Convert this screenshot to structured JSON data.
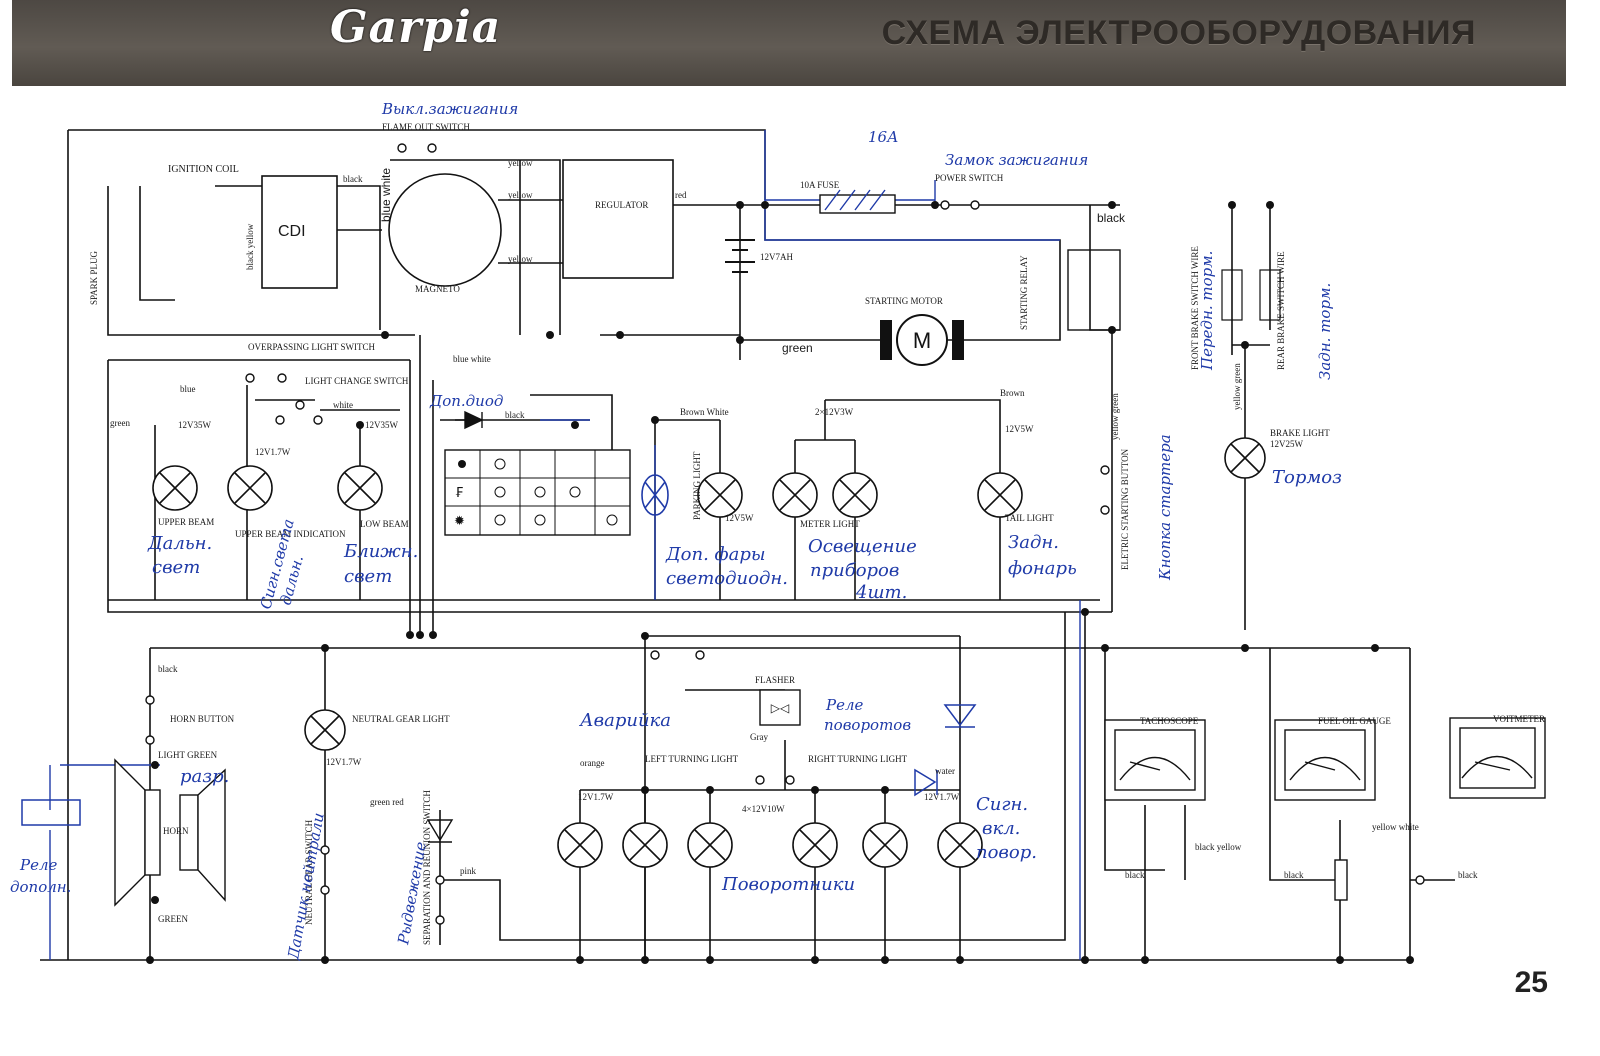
{
  "header": {
    "logo": "Garpia",
    "title": "СХЕМА ЭЛЕКТРООБОРУДОВАНИЯ"
  },
  "page_number": "25",
  "labels": {
    "ignition_coil": "IGNITION COIL",
    "cdi": "CDI",
    "spark_plug": "SPARK PLUG",
    "black_yellow": "black yellow",
    "blue_white_v": "blue white",
    "black": "black",
    "magneto": "MAGNETO",
    "yellow": "yellow",
    "regulator": "REGULATOR",
    "red": "red",
    "flame_out_switch": "FLAME OUT SWITCH",
    "fuse": "10A FUSE",
    "power_switch": "POWER SWITCH",
    "battery": "12V7AH",
    "starting_motor": "STARTING MOTOR",
    "green": "green",
    "starting_relay": "STARTING RELAY",
    "front_brake": "FRONT BRAKE SWITCH WIRE",
    "rear_brake": "REAR BRAKE SWITCH WIRE",
    "yellow_green": "yellow green",
    "brake_light": "BRAKE LIGHT",
    "brake_light_w": "12V25W",
    "overpassing": "OVERPASSING LIGHT SWITCH",
    "light_change": "LIGHT CHANGE SWITCH",
    "blue": "blue",
    "white": "white",
    "w_12v35w": "12V35W",
    "w_12v17w": "12V1.7W",
    "w_12v5w": "12V5W",
    "w_2x12v3w": "2×12V3W",
    "upper_beam": "UPPER BEAM",
    "upper_beam_ind": "UPPER BEAM INDICATION",
    "low_beam": "LOW BEAM",
    "parking_light": "PARKING LIGHT",
    "meter_light": "METER LIGHT",
    "tail_light": "TAIL LIGHT",
    "brown_white": "Brown White",
    "brown": "Brown",
    "electric_start": "ELETRIC STARTING BUTTON",
    "horn_button": "HORN BUTTON",
    "light_green": "LIGHT GREEN",
    "horn": "HORN",
    "green_caps": "GREEN",
    "neutral": "NEUTRAL GEAR LIGHT",
    "neutral_switch": "NEUTRAL GEAR SWITCH",
    "green_red": "green red",
    "separation": "SEPARATION AND REUNION SWITCH",
    "pink": "pink",
    "flasher": "FLASHER",
    "gray": "Gray",
    "left_turn": "LEFT TURNING LIGHT",
    "right_turn": "RIGHT TURNING LIGHT",
    "turn_w": "4×12V10W",
    "orange": "orange",
    "water": "water",
    "tachoscope": "TACHOSCOPE",
    "fuel_gauge": "FUEL OIL GAUGE",
    "voltmeter": "VOITMETER",
    "yellow_white": "yellow white",
    "black_yellow_h": "black yellow"
  },
  "handwritten": {
    "ignition_off": "Выкл.зажигания",
    "fuse_16a": "16А",
    "ignition_lock": "Замок зажигания",
    "front_brake_ru": "Передн. торм.",
    "rear_brake_ru": "Задн. торм.",
    "starter_button_ru": "Кнопка стартера",
    "brake_ru": "Тормоз",
    "extra_diode": "Доп.диод",
    "high_beam_ru_1": "Дальн.",
    "high_beam_ru_2": "свет",
    "indicator_ru_1": "Сигн.света",
    "indicator_ru_2": "дальн.",
    "low_beam_ru_1": "Ближн.",
    "low_beam_ru_2": "свет",
    "extra_led_1": "Доп. фары",
    "extra_led_2": "светодиодн.",
    "meter_ru_1": "Освещение",
    "meter_ru_2": "приборов",
    "meter_ru_3": "4шт.",
    "tail_ru_1": "Задн.",
    "tail_ru_2": "фонарь",
    "hazard_ru": "Аварийка",
    "turn_relay_ru_1": "Реле",
    "turn_relay_ru_2": "поворотов",
    "razr": "разр.",
    "relay_extra_1": "Реле",
    "relay_extra_2": "дополн.",
    "neutral_sensor_ru": "Датчик нейтрали",
    "breaker_ru": "Рыдвежение",
    "turn_lamps_ru": "Поворотники",
    "turn_ind_1": "Сигн.",
    "turn_ind_2": "вкл.",
    "turn_ind_3": "повор."
  }
}
